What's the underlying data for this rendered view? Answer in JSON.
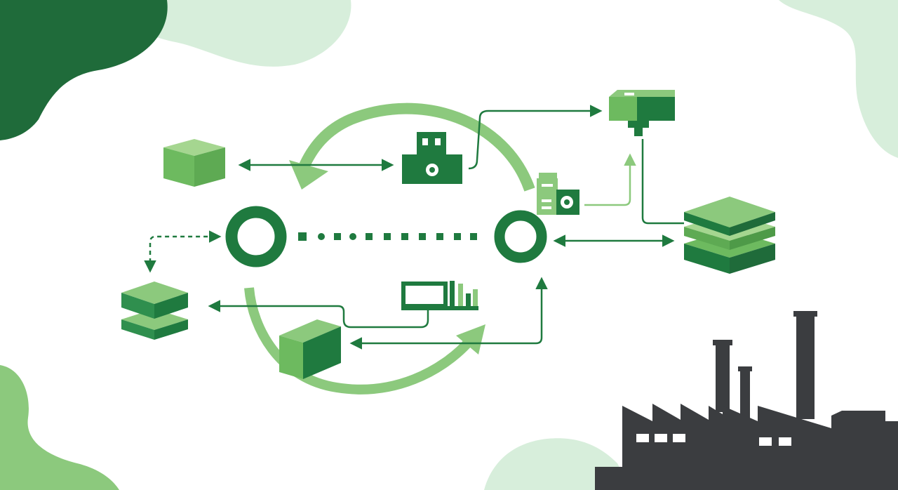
{
  "colors": {
    "background": "#ffffff",
    "dark_green": "#1f7a3f",
    "mid_green": "#2f8f4e",
    "light_green": "#8cc97d",
    "pale_green": "#d7eedb",
    "factory": "#3b3d40"
  },
  "nodes": [
    {
      "id": "cube-top-left",
      "icon": "cube-icon"
    },
    {
      "id": "machine-top",
      "icon": "machine-icon"
    },
    {
      "id": "press-top-right",
      "icon": "press-icon"
    },
    {
      "id": "device-right",
      "icon": "device-icon"
    },
    {
      "id": "layers-right",
      "icon": "stacked-layers-icon"
    },
    {
      "id": "hub-left",
      "icon": "ring-icon"
    },
    {
      "id": "hub-right",
      "icon": "ring-icon"
    },
    {
      "id": "layers-left",
      "icon": "stacked-layers-icon"
    },
    {
      "id": "bar-chart",
      "icon": "bar-chart-icon"
    },
    {
      "id": "box-bottom",
      "icon": "box-icon"
    },
    {
      "id": "factory",
      "icon": "factory-icon"
    }
  ]
}
